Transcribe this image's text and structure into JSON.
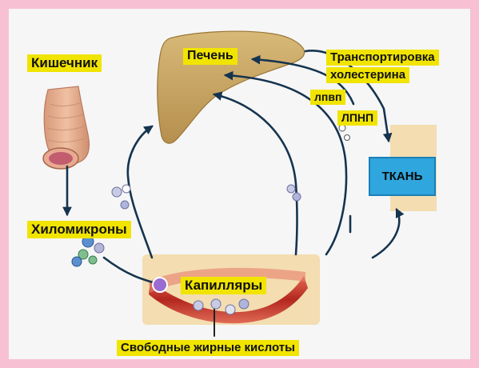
{
  "labels": {
    "intestine": "Кишечник",
    "liver": "Печень",
    "transport_line1": "Транспортировка",
    "transport_line2": "холестерина",
    "hdl": "лпвп",
    "ldl": "ЛПНП",
    "tissue": "ТКАНЬ",
    "chylomicrons": "Хиломикроны",
    "capillaries": "Капилляры",
    "free_fatty_acids": "Свободные жирные кислоты"
  },
  "colors": {
    "frame_border": "#f7c1d3",
    "label_highlight": "#f1e400",
    "tissue_box": "#2fa6dd",
    "arrow": "#15344f",
    "liver": "#c9a55e",
    "intestine": "#e5a487",
    "capillary_vessel": "#b7322a"
  }
}
